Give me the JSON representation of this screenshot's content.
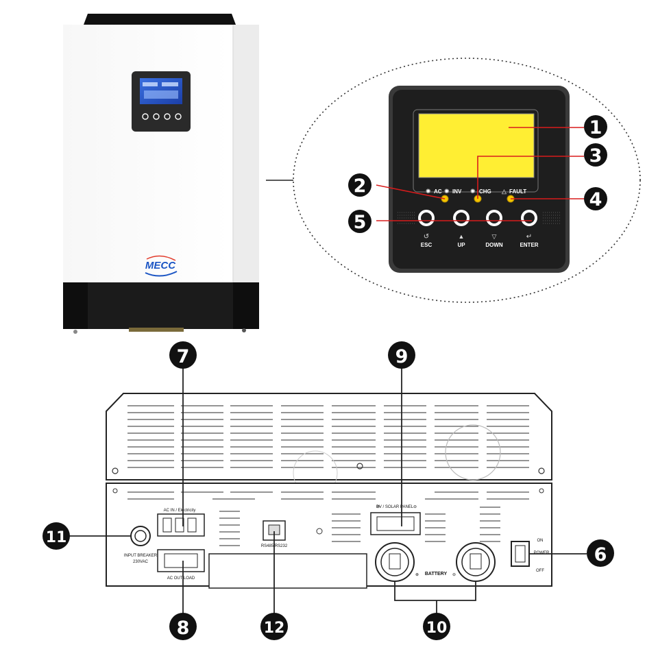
{
  "device": {
    "brand": "MECC"
  },
  "front_panel": {
    "indicators": {
      "ac": "AC",
      "inv": "INV",
      "chg": "CHG",
      "fault": "FAULT"
    },
    "buttons": {
      "esc": "ESC",
      "up": "UP",
      "down": "DOWN",
      "enter": "ENTER"
    }
  },
  "rear_panel": {
    "ac_in": "AC IN / Electricity",
    "ac_out": "AC OUT LOAD",
    "input_breaker": "INPUT BREAKER",
    "breaker_rating": "230VAC",
    "comm_port": "RS485/RS232",
    "pv": "PV / SOLAR PANEL",
    "battery": "BATTERY",
    "switch_on": "ON",
    "switch_power": "POWER",
    "switch_off": "OFF"
  },
  "callouts": {
    "n1": "1",
    "n2": "2",
    "n3": "3",
    "n4": "4",
    "n5": "5",
    "n6": "6",
    "n7": "7",
    "n8": "8",
    "n9": "9",
    "n10": "10",
    "n11": "11",
    "n12": "12"
  },
  "colors": {
    "lcd": "#ffee33",
    "led": "#f5c400",
    "callout_line": "#d81c1c",
    "panel": "#1e1e1e"
  }
}
